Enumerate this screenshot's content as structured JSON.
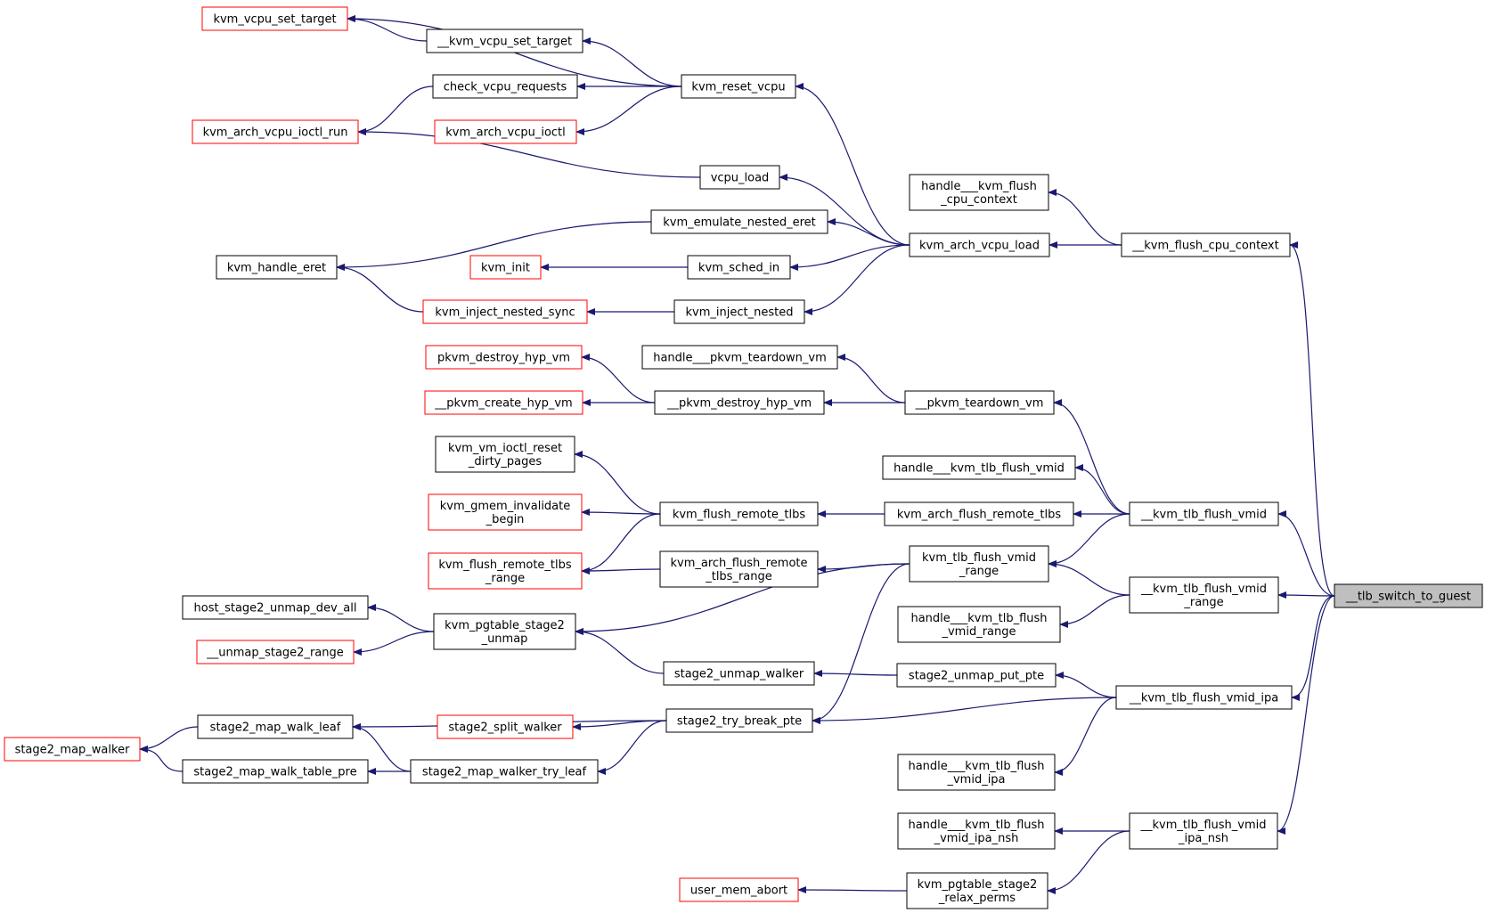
{
  "colors": {
    "edge": "#191970",
    "box_border": "#000000",
    "box_border_external": "#ff0000",
    "root_fill": "#bfbfbf",
    "background": "#ffffff"
  },
  "nodes": [
    {
      "id": "kvm_vcpu_set_target",
      "lines": [
        "kvm_vcpu_set_target"
      ],
      "style": "red"
    },
    {
      "id": "__kvm_vcpu_set_target",
      "lines": [
        "__kvm_vcpu_set_target"
      ],
      "style": "normal"
    },
    {
      "id": "kvm_reset_vcpu",
      "lines": [
        "kvm_reset_vcpu"
      ],
      "style": "normal"
    },
    {
      "id": "check_vcpu_requests",
      "lines": [
        "check_vcpu_requests"
      ],
      "style": "normal"
    },
    {
      "id": "kvm_arch_vcpu_ioctl_run",
      "lines": [
        "kvm_arch_vcpu_ioctl_run"
      ],
      "style": "red"
    },
    {
      "id": "kvm_arch_vcpu_ioctl",
      "lines": [
        "kvm_arch_vcpu_ioctl"
      ],
      "style": "red"
    },
    {
      "id": "vcpu_load",
      "lines": [
        "vcpu_load"
      ],
      "style": "normal"
    },
    {
      "id": "handle___kvm_flush_cpu_context",
      "lines": [
        "handle___kvm_flush",
        "_cpu_context"
      ],
      "style": "normal"
    },
    {
      "id": "kvm_emulate_nested_eret",
      "lines": [
        "kvm_emulate_nested_eret"
      ],
      "style": "normal"
    },
    {
      "id": "kvm_arch_vcpu_load",
      "lines": [
        "kvm_arch_vcpu_load"
      ],
      "style": "normal"
    },
    {
      "id": "__kvm_flush_cpu_context",
      "lines": [
        "__kvm_flush_cpu_context"
      ],
      "style": "normal"
    },
    {
      "id": "kvm_handle_eret",
      "lines": [
        "kvm_handle_eret"
      ],
      "style": "normal"
    },
    {
      "id": "kvm_init",
      "lines": [
        "kvm_init"
      ],
      "style": "red"
    },
    {
      "id": "kvm_sched_in",
      "lines": [
        "kvm_sched_in"
      ],
      "style": "normal"
    },
    {
      "id": "kvm_inject_nested_sync",
      "lines": [
        "kvm_inject_nested_sync"
      ],
      "style": "red"
    },
    {
      "id": "kvm_inject_nested",
      "lines": [
        "kvm_inject_nested"
      ],
      "style": "normal"
    },
    {
      "id": "pkvm_destroy_hyp_vm",
      "lines": [
        "pkvm_destroy_hyp_vm"
      ],
      "style": "red"
    },
    {
      "id": "handle___pkvm_teardown_vm",
      "lines": [
        "handle___pkvm_teardown_vm"
      ],
      "style": "normal"
    },
    {
      "id": "__pkvm_create_hyp_vm",
      "lines": [
        "__pkvm_create_hyp_vm"
      ],
      "style": "red"
    },
    {
      "id": "__pkvm_destroy_hyp_vm",
      "lines": [
        "__pkvm_destroy_hyp_vm"
      ],
      "style": "normal"
    },
    {
      "id": "__pkvm_teardown_vm",
      "lines": [
        "__pkvm_teardown_vm"
      ],
      "style": "normal"
    },
    {
      "id": "kvm_vm_ioctl_reset_dirty_pages",
      "lines": [
        "kvm_vm_ioctl_reset",
        "_dirty_pages"
      ],
      "style": "normal"
    },
    {
      "id": "handle___kvm_tlb_flush_vmid",
      "lines": [
        "handle___kvm_tlb_flush_vmid"
      ],
      "style": "normal"
    },
    {
      "id": "kvm_gmem_invalidate_begin",
      "lines": [
        "kvm_gmem_invalidate",
        "_begin"
      ],
      "style": "red"
    },
    {
      "id": "kvm_flush_remote_tlbs",
      "lines": [
        "kvm_flush_remote_tlbs"
      ],
      "style": "normal"
    },
    {
      "id": "kvm_arch_flush_remote_tlbs",
      "lines": [
        "kvm_arch_flush_remote_tlbs"
      ],
      "style": "normal"
    },
    {
      "id": "__kvm_tlb_flush_vmid",
      "lines": [
        "__kvm_tlb_flush_vmid"
      ],
      "style": "normal"
    },
    {
      "id": "kvm_flush_remote_tlbs_range",
      "lines": [
        "kvm_flush_remote_tlbs",
        "_range"
      ],
      "style": "red"
    },
    {
      "id": "kvm_arch_flush_remote_tlbs_range",
      "lines": [
        "kvm_arch_flush_remote",
        "_tlbs_range"
      ],
      "style": "normal"
    },
    {
      "id": "kvm_tlb_flush_vmid_range",
      "lines": [
        "kvm_tlb_flush_vmid",
        "_range"
      ],
      "style": "normal"
    },
    {
      "id": "__kvm_tlb_flush_vmid_range",
      "lines": [
        "__kvm_tlb_flush_vmid",
        "_range"
      ],
      "style": "normal"
    },
    {
      "id": "__tlb_switch_to_guest",
      "lines": [
        "__tlb_switch_to_guest"
      ],
      "style": "root"
    },
    {
      "id": "host_stage2_unmap_dev_all",
      "lines": [
        "host_stage2_unmap_dev_all"
      ],
      "style": "normal"
    },
    {
      "id": "kvm_pgtable_stage2_unmap",
      "lines": [
        "kvm_pgtable_stage2",
        "_unmap"
      ],
      "style": "normal"
    },
    {
      "id": "handle___kvm_tlb_flush_vmid_range",
      "lines": [
        "handle___kvm_tlb_flush",
        "_vmid_range"
      ],
      "style": "normal"
    },
    {
      "id": "__unmap_stage2_range",
      "lines": [
        "__unmap_stage2_range"
      ],
      "style": "red"
    },
    {
      "id": "stage2_unmap_walker",
      "lines": [
        "stage2_unmap_walker"
      ],
      "style": "normal"
    },
    {
      "id": "stage2_unmap_put_pte",
      "lines": [
        "stage2_unmap_put_pte"
      ],
      "style": "normal"
    },
    {
      "id": "__kvm_tlb_flush_vmid_ipa",
      "lines": [
        "__kvm_tlb_flush_vmid_ipa"
      ],
      "style": "normal"
    },
    {
      "id": "stage2_map_walk_leaf",
      "lines": [
        "stage2_map_walk_leaf"
      ],
      "style": "normal"
    },
    {
      "id": "stage2_split_walker",
      "lines": [
        "stage2_split_walker"
      ],
      "style": "red"
    },
    {
      "id": "stage2_try_break_pte",
      "lines": [
        "stage2_try_break_pte"
      ],
      "style": "normal"
    },
    {
      "id": "stage2_map_walker",
      "lines": [
        "stage2_map_walker"
      ],
      "style": "red"
    },
    {
      "id": "stage2_map_walk_table_pre",
      "lines": [
        "stage2_map_walk_table_pre"
      ],
      "style": "normal"
    },
    {
      "id": "stage2_map_walker_try_leaf",
      "lines": [
        "stage2_map_walker_try_leaf"
      ],
      "style": "normal"
    },
    {
      "id": "handle___kvm_tlb_flush_vmid_ipa",
      "lines": [
        "handle___kvm_tlb_flush",
        "_vmid_ipa"
      ],
      "style": "normal"
    },
    {
      "id": "handle___kvm_tlb_flush_vmid_ipa_nsh",
      "lines": [
        "handle___kvm_tlb_flush",
        "_vmid_ipa_nsh"
      ],
      "style": "normal"
    },
    {
      "id": "__kvm_tlb_flush_vmid_ipa_nsh",
      "lines": [
        "__kvm_tlb_flush_vmid",
        "_ipa_nsh"
      ],
      "style": "normal"
    },
    {
      "id": "user_mem_abort",
      "lines": [
        "user_mem_abort"
      ],
      "style": "red"
    },
    {
      "id": "kvm_pgtable_stage2_relax_perms",
      "lines": [
        "kvm_pgtable_stage2",
        "_relax_perms"
      ],
      "style": "normal"
    }
  ],
  "edges": [
    [
      "kvm_vcpu_set_target",
      "__kvm_vcpu_set_target"
    ],
    [
      "kvm_vcpu_set_target",
      "kvm_reset_vcpu"
    ],
    [
      "__kvm_vcpu_set_target",
      "kvm_reset_vcpu"
    ],
    [
      "check_vcpu_requests",
      "kvm_reset_vcpu"
    ],
    [
      "kvm_arch_vcpu_ioctl_run",
      "check_vcpu_requests"
    ],
    [
      "kvm_arch_vcpu_ioctl_run",
      "vcpu_load"
    ],
    [
      "kvm_arch_vcpu_ioctl",
      "kvm_reset_vcpu"
    ],
    [
      "kvm_reset_vcpu",
      "kvm_arch_vcpu_load"
    ],
    [
      "vcpu_load",
      "kvm_arch_vcpu_load"
    ],
    [
      "handle___kvm_flush_cpu_context",
      "__kvm_flush_cpu_context"
    ],
    [
      "kvm_emulate_nested_eret",
      "kvm_arch_vcpu_load"
    ],
    [
      "kvm_handle_eret",
      "kvm_emulate_nested_eret"
    ],
    [
      "kvm_handle_eret",
      "kvm_inject_nested_sync"
    ],
    [
      "kvm_init",
      "kvm_sched_in"
    ],
    [
      "kvm_sched_in",
      "kvm_arch_vcpu_load"
    ],
    [
      "kvm_inject_nested_sync",
      "kvm_inject_nested"
    ],
    [
      "kvm_inject_nested",
      "kvm_arch_vcpu_load"
    ],
    [
      "kvm_arch_vcpu_load",
      "__kvm_flush_cpu_context"
    ],
    [
      "__kvm_flush_cpu_context",
      "__tlb_switch_to_guest"
    ],
    [
      "pkvm_destroy_hyp_vm",
      "__pkvm_destroy_hyp_vm"
    ],
    [
      "__pkvm_create_hyp_vm",
      "__pkvm_destroy_hyp_vm"
    ],
    [
      "handle___pkvm_teardown_vm",
      "__pkvm_teardown_vm"
    ],
    [
      "__pkvm_destroy_hyp_vm",
      "__pkvm_teardown_vm"
    ],
    [
      "__pkvm_teardown_vm",
      "__kvm_tlb_flush_vmid"
    ],
    [
      "kvm_vm_ioctl_reset_dirty_pages",
      "kvm_flush_remote_tlbs"
    ],
    [
      "kvm_gmem_invalidate_begin",
      "kvm_flush_remote_tlbs"
    ],
    [
      "kvm_flush_remote_tlbs_range",
      "kvm_flush_remote_tlbs"
    ],
    [
      "kvm_flush_remote_tlbs",
      "kvm_arch_flush_remote_tlbs"
    ],
    [
      "kvm_arch_flush_remote_tlbs",
      "__kvm_tlb_flush_vmid"
    ],
    [
      "handle___kvm_tlb_flush_vmid",
      "__kvm_tlb_flush_vmid"
    ],
    [
      "kvm_tlb_flush_vmid_range",
      "__kvm_tlb_flush_vmid"
    ],
    [
      "__kvm_tlb_flush_vmid",
      "__tlb_switch_to_guest"
    ],
    [
      "kvm_flush_remote_tlbs_range",
      "kvm_arch_flush_remote_tlbs_range"
    ],
    [
      "kvm_arch_flush_remote_tlbs_range",
      "kvm_tlb_flush_vmid_range"
    ],
    [
      "kvm_pgtable_stage2_unmap",
      "kvm_tlb_flush_vmid_range"
    ],
    [
      "stage2_try_break_pte",
      "kvm_tlb_flush_vmid_range"
    ],
    [
      "kvm_tlb_flush_vmid_range",
      "__kvm_tlb_flush_vmid_range"
    ],
    [
      "handle___kvm_tlb_flush_vmid_range",
      "__kvm_tlb_flush_vmid_range"
    ],
    [
      "__kvm_tlb_flush_vmid_range",
      "__tlb_switch_to_guest"
    ],
    [
      "host_stage2_unmap_dev_all",
      "kvm_pgtable_stage2_unmap"
    ],
    [
      "__unmap_stage2_range",
      "kvm_pgtable_stage2_unmap"
    ],
    [
      "kvm_pgtable_stage2_unmap",
      "stage2_unmap_walker"
    ],
    [
      "stage2_unmap_walker",
      "stage2_unmap_put_pte"
    ],
    [
      "stage2_unmap_put_pte",
      "__kvm_tlb_flush_vmid_ipa"
    ],
    [
      "stage2_try_break_pte",
      "__kvm_tlb_flush_vmid_ipa"
    ],
    [
      "handle___kvm_tlb_flush_vmid_ipa",
      "__kvm_tlb_flush_vmid_ipa"
    ],
    [
      "__kvm_tlb_flush_vmid_ipa",
      "__tlb_switch_to_guest"
    ],
    [
      "stage2_map_walker",
      "stage2_map_walk_leaf"
    ],
    [
      "stage2_map_walker",
      "stage2_map_walk_table_pre"
    ],
    [
      "stage2_map_walk_leaf",
      "stage2_try_break_pte"
    ],
    [
      "stage2_map_walk_leaf",
      "stage2_map_walker_try_leaf"
    ],
    [
      "stage2_map_walk_table_pre",
      "stage2_map_walker_try_leaf"
    ],
    [
      "stage2_map_walker_try_leaf",
      "stage2_try_break_pte"
    ],
    [
      "stage2_split_walker",
      "stage2_try_break_pte"
    ],
    [
      "handle___kvm_tlb_flush_vmid_ipa_nsh",
      "__kvm_tlb_flush_vmid_ipa_nsh"
    ],
    [
      "kvm_pgtable_stage2_relax_perms",
      "__kvm_tlb_flush_vmid_ipa_nsh"
    ],
    [
      "user_mem_abort",
      "kvm_pgtable_stage2_relax_perms"
    ],
    [
      "__kvm_tlb_flush_vmid_ipa_nsh",
      "__tlb_switch_to_guest"
    ]
  ]
}
